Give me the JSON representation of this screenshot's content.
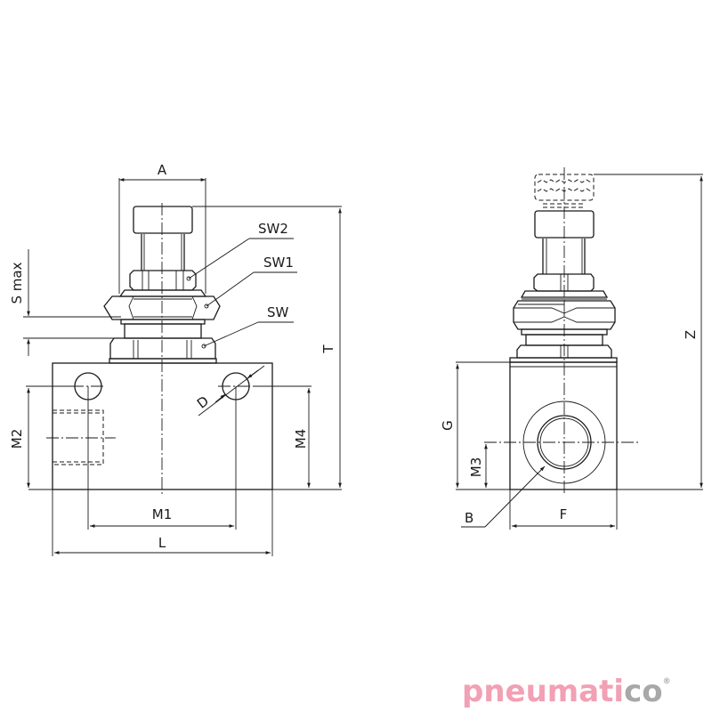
{
  "drawing": {
    "type": "technical-drawing",
    "subject": "flow control valve (throttle valve) — front and side views",
    "front_view": {
      "labels": {
        "A": "A",
        "SW2": "SW2",
        "SW1": "SW1",
        "SW": "SW",
        "S_max": "S max",
        "T": "T",
        "D": "D",
        "M2": "M2",
        "M4": "M4",
        "M1": "M1",
        "L": "L"
      }
    },
    "side_view": {
      "labels": {
        "Z": "Z",
        "G": "G",
        "M3": "M3",
        "B": "B",
        "F": "F"
      }
    }
  },
  "logo": {
    "part1": "pneumati",
    "part2": "co",
    "registered": "®",
    "colors": {
      "pink": "#f2a0b4",
      "gray": "#a8a8a8"
    }
  }
}
